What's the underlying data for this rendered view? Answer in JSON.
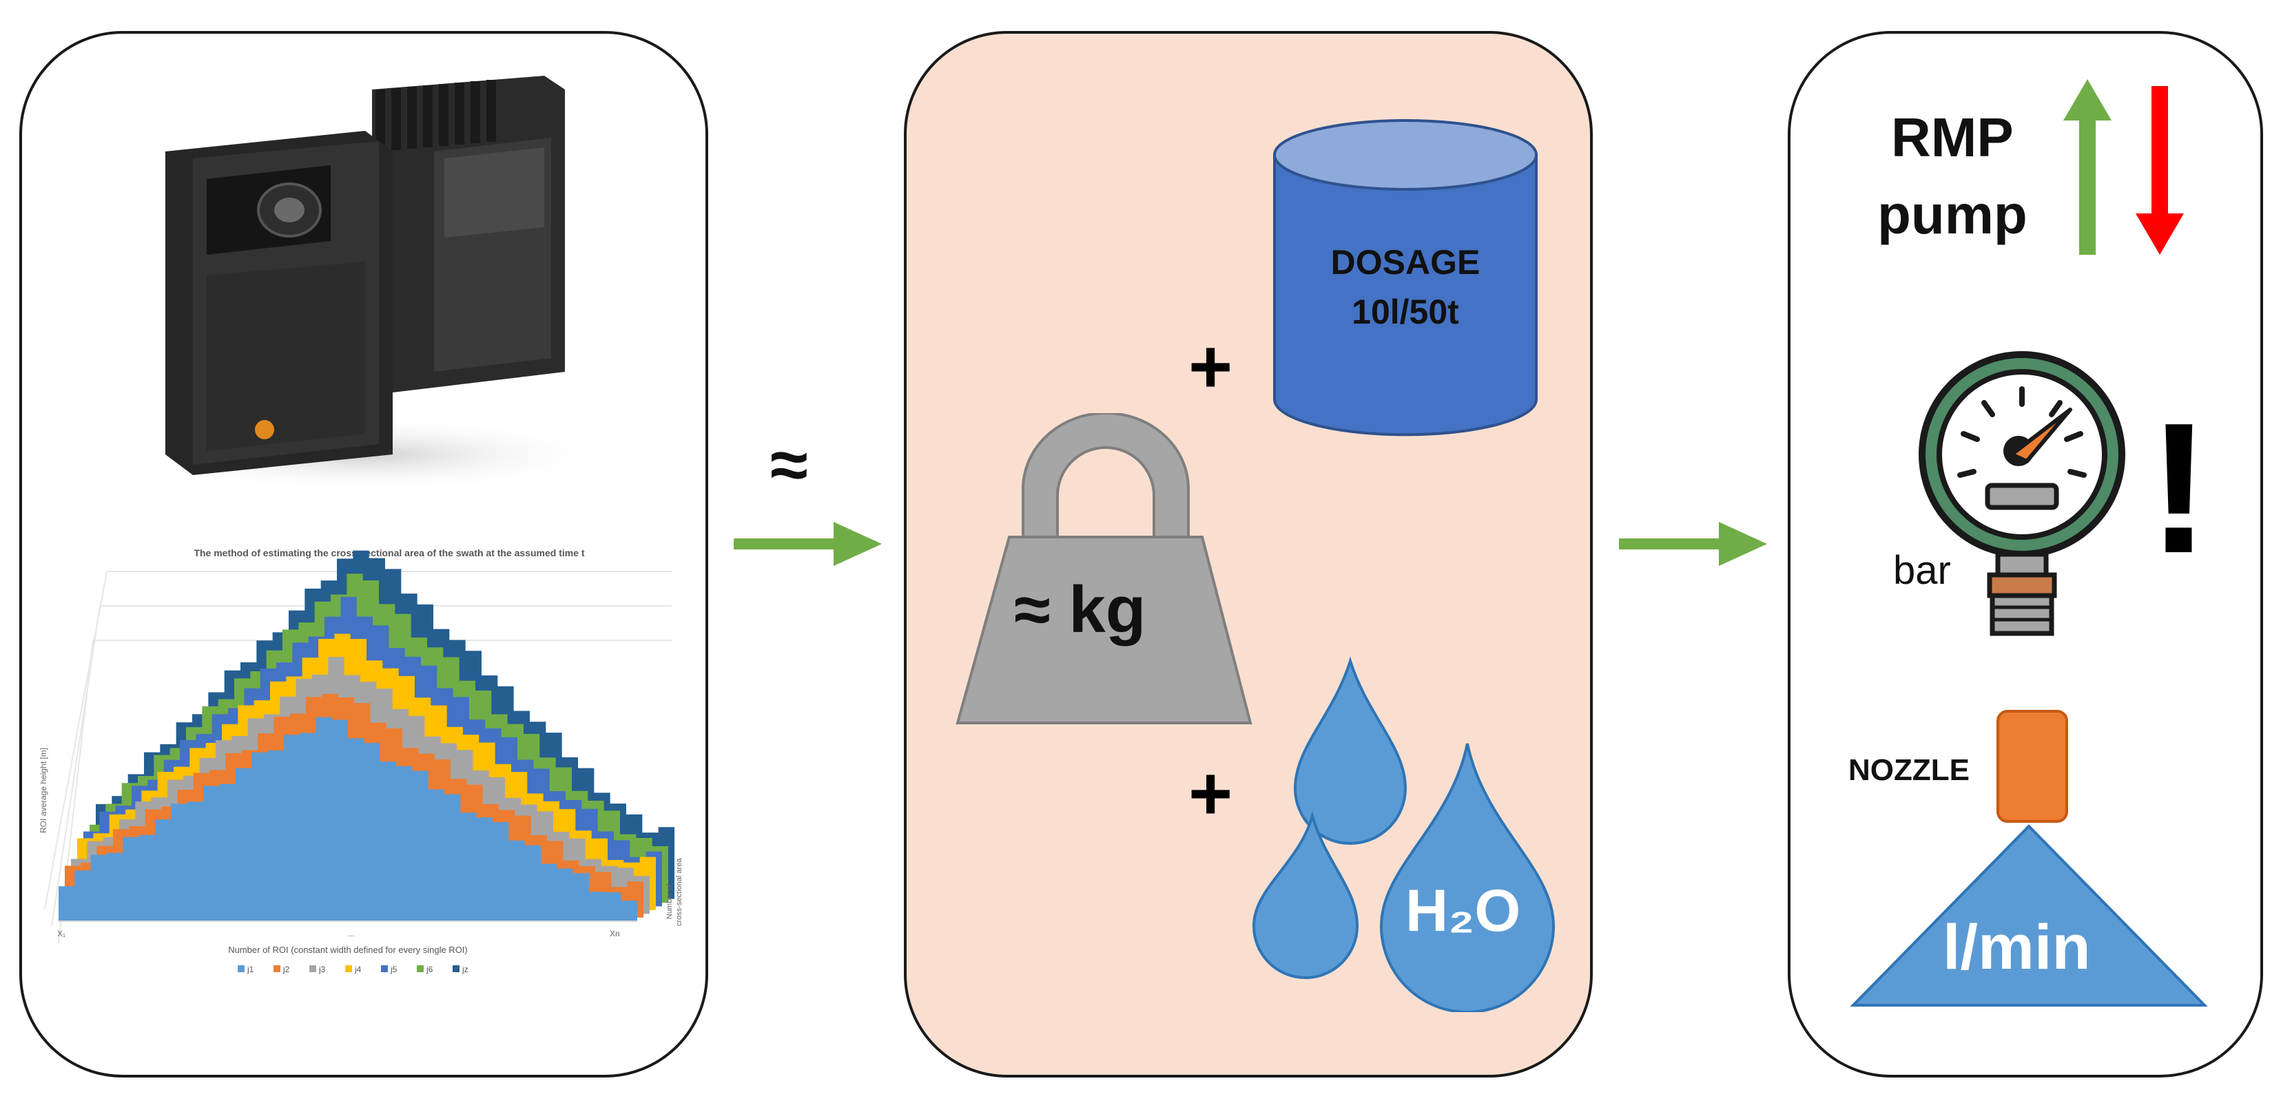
{
  "left_panel": {
    "chart_title": "The method of estimating the cross-sectional area of the swath at the assumed time t",
    "y_axis_label": "ROI average height [m]",
    "x_axis_label": "Number of ROI (constant width defined for every single ROI)",
    "depth_axis_label": [
      "Number of",
      "cross-sectional area"
    ],
    "x_start_tick": "X₁",
    "x_mid_tick": "...",
    "x_end_tick": "Xn",
    "legend": [
      {
        "label": "j1",
        "color": "#5b9bd5"
      },
      {
        "label": "j2",
        "color": "#ed7d31"
      },
      {
        "label": "j3",
        "color": "#a5a5a5"
      },
      {
        "label": "j4",
        "color": "#ffc000"
      },
      {
        "label": "j5",
        "color": "#4472c4"
      },
      {
        "label": "j6",
        "color": "#70ad47"
      },
      {
        "label": "jz",
        "color": "#255e91"
      }
    ]
  },
  "approx_symbol": "≈",
  "middle_panel": {
    "plus_top": "+",
    "plus_bottom": "+",
    "dosage_line1": "DOSAGE",
    "dosage_line2": "10l/50t",
    "weight_label": "≈ kg",
    "water_label": "H₂O"
  },
  "right_panel": {
    "rmp_line1": "RMP",
    "rmp_line2": "pump",
    "gauge_unit": "bar",
    "exclamation": "!",
    "nozzle_label": "NOZZLE",
    "flow_label": "l/min"
  },
  "colors": {
    "arrow_green": "#70ad47",
    "arrow_red": "#ff0000",
    "cylinder_blue": "#4472c4",
    "water_blue": "#5b9bd5",
    "weight_gray": "#a6a6a6",
    "nozzle_orange": "#ed7d31",
    "gauge_green": "#4e8b66",
    "mid_panel_bg": "#fadfd0"
  }
}
